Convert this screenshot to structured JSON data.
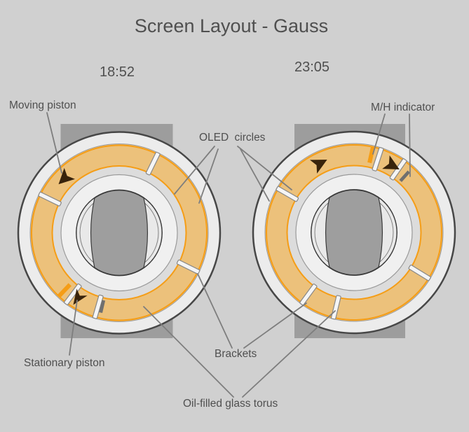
{
  "title": "Screen Layout - Gauss",
  "watches": [
    {
      "name": "left-watch",
      "time": "18:52"
    },
    {
      "name": "right-watch",
      "time": "23:05"
    }
  ],
  "annotations": {
    "moving_piston": "Moving piston",
    "oled_circles": "OLED circles",
    "mh_indicator": "M/H indicator",
    "stationary_piston": "Stationary piston",
    "brackets": "Brackets",
    "oil_filled_glass_torus": "Oil-filled glass torus"
  },
  "colors": {
    "background": "#d0d0d0",
    "strap": "#9d9d9d",
    "ring_fill": "#ececec",
    "ring_outline": "#474747",
    "torus_fill": "#ecc17b",
    "torus_stroke": "#f59d16",
    "spacer_fill": "#dcdcdc",
    "inner_ring_fill": "#f0f0f0",
    "thin_line": "#9a9a9a",
    "hole_fill": "#9e9e9e",
    "hole_outline": "#383838",
    "lens_fill": "#e9e9e9",
    "bracket_fill": "#f5f5f5",
    "bracket_stroke": "#878787",
    "piston": "#38230b",
    "h_bar": "#6f6f6f",
    "leader": "#7e7e7e",
    "text": "#4f4f4f"
  }
}
